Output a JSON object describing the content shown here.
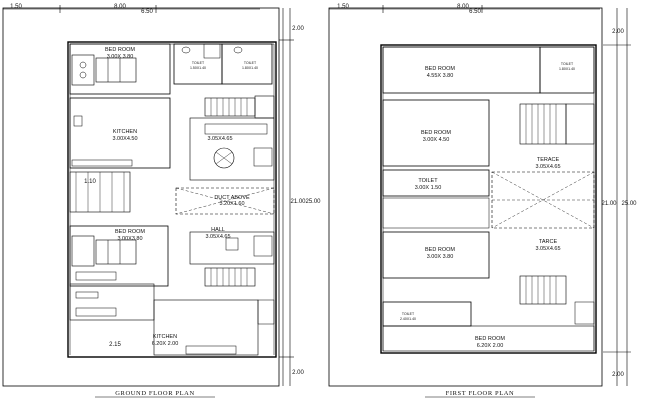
{
  "ground": {
    "caption": "GROUND FLOOR PLAN",
    "dim_top_a": "1.50",
    "dim_top_b": "8.00",
    "dim_top_c": "6.50",
    "dim_side_top": "2.00",
    "dim_side_mid": "21.00",
    "dim_side_mid2": "25.00",
    "dim_side_bot": "2.00",
    "dim_left": "1.10",
    "dim_bottom_left": "2.15",
    "rooms": {
      "bed1_name": "BED ROOM",
      "bed1_size": "3.00X 3.80",
      "toilet1_name": "TOILET",
      "toilet1_size": "1.50X1.40",
      "toilet2_name": "TOILET",
      "toilet2_size": "1.80X1.40",
      "kitchen_name": "KITCHEN",
      "kitchen_size": "3.00X4.50",
      "living_size": "3.05X4.65",
      "duct_name": "DUCT ABOVE",
      "duct_size": "3.20X1.60",
      "bed2_name": "BED ROOM",
      "bed2_size": "3.00X3.80",
      "hall_name": "HALL",
      "hall_size": "3.05X4.65",
      "kitchen2_name": "KITCHEN",
      "kitchen2_size": "6.20X 2.00"
    }
  },
  "first": {
    "caption": "FIRST FLOOR PLAN",
    "dim_top_a": "1.50",
    "dim_top_b": "8.00",
    "dim_top_c": "6.50",
    "dim_side_top": "2.00",
    "dim_side_mid": "21.00",
    "dim_side_mid2": "25.00",
    "dim_side_bot": "2.00",
    "rooms": {
      "bed1_name": "BED ROOM",
      "bed1_size": "4.55X 3.80",
      "toilet1_name": "TOILET",
      "toilet1_size": "1.80X1.40",
      "bed2_name": "BED ROOM",
      "bed2_size": "3.00X 4.50",
      "terace_name": "TERACE",
      "terace_size": "3.05X4.65",
      "toilet2_name": "TOILET",
      "toilet2_size": "3.00X 1.50",
      "bed3_name": "BED ROOM",
      "bed3_size": "3.00X 3.80",
      "tarce_name": "TARCE",
      "tarce_size": "3.05X4.65",
      "toilet3_name": "TOILET",
      "toilet3_size": "2.40X1.40",
      "bed4_name": "BED ROOM",
      "bed4_size": "6.20X 2.00"
    }
  }
}
